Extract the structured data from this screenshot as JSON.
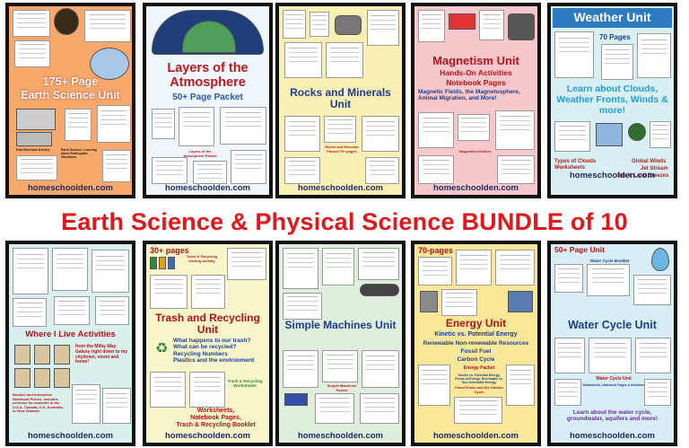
{
  "headline": "Earth Science & Physical Science BUNDLE of 10",
  "colors": {
    "headline": "#e2171c",
    "url": "#1f2a66"
  },
  "products": [
    {
      "id": "earth-science",
      "title_line1": "175+ Page",
      "title_line2": "Earth Science Unit",
      "captions": [
        "Earth Science: Learning about Earthquake Vibrations",
        "Fold Mountain Activity"
      ],
      "url": "homeschoolden.com"
    },
    {
      "id": "atmosphere",
      "title": "Layers of the Atmosphere",
      "subtitle": "50+ Page Packet",
      "inner_label": "Layers of the Atmosphere Packet",
      "url": "homeschoolden.com"
    },
    {
      "id": "rocks-minerals",
      "title": "Rocks and Minerals Unit",
      "inner_label": "Rocks and Minerals Packet 75+ pages",
      "url": "homeschoolden.com"
    },
    {
      "id": "magnetism",
      "title": "Magnetism Unit",
      "line1": "Hands-On Activities",
      "line2": "Notebook Pages",
      "line3": "Magnetic Fields, the Magnetosphere, Animal Migration, and More!",
      "inner_label": "Magnetism Packet",
      "url": "homeschoolden.com"
    },
    {
      "id": "weather",
      "title": "Weather Unit",
      "pages": "70 Pages",
      "blurb": "Learn about Clouds, Weather Fronts, Winds & more!",
      "tag1": "Types of Clouds Worksheets",
      "tag2": "Global Winds",
      "tag3": "Jet Stream",
      "tag4": "Sea & Land Breezes",
      "url": "homeschoolden.com"
    },
    {
      "id": "where-i-live",
      "title": "Where I Live  Activities",
      "blurb": "from the Milky Way Galaxy right down to my city/town, street and home!",
      "note": "Booklet and Interactive Notebook Pieces. Includes versions for students in the U.S.A, Canada, U.K, Australia, or New Zealand.",
      "url": "homeschoolden.com"
    },
    {
      "id": "trash-recycling",
      "pages": "30+ pages",
      "sort_label": "Trash & Recycling Sorting Activity",
      "title": "Trash and Recycling Unit",
      "questions": [
        "What happens to our trash?",
        "What can be recycled?",
        "Recycling Numbers",
        "Plastics and the environment"
      ],
      "worksheets_label": "Trash & Recycling Worksheets",
      "footer1": "Worksheets,",
      "footer2": "Notebook Pages,",
      "footer3": "Trash & Recycling Booklet",
      "url": "homeschoolden.com"
    },
    {
      "id": "simple-machines",
      "title": "Simple Machines Unit",
      "inner_label": "Simple Machines Packet",
      "url": "homeschoolden.com"
    },
    {
      "id": "energy",
      "pages": "70-pages",
      "title": "Energy Unit",
      "line1": "Kinetic vs. Potential Energy",
      "line2": "Renewable Non-renewable Resources",
      "line3": "Fossil Fuel",
      "line4": "Carbon Cycle",
      "inner_label": "Energy Packet",
      "inner_sub": "Kinetic vs. Potential Energy, Forms of Energy, Renewable vs. Non-renewable Energy,",
      "inner_sub2": "Fossil Fuels and the Carbon Cycle",
      "url": "homeschoolden.com"
    },
    {
      "id": "water-cycle",
      "pages": "50+ Page Unit",
      "title": "Water Cycle Unit",
      "booklet_label": "Water Cycle Booklet",
      "inner_label": "Water Cycle Unit",
      "inner_sub": "Worksheets, Notebook Pages & Activities",
      "blurb": "Learn about the water cycle, groundwater, aquifers and more!",
      "url": "homeschoolden.com"
    }
  ]
}
